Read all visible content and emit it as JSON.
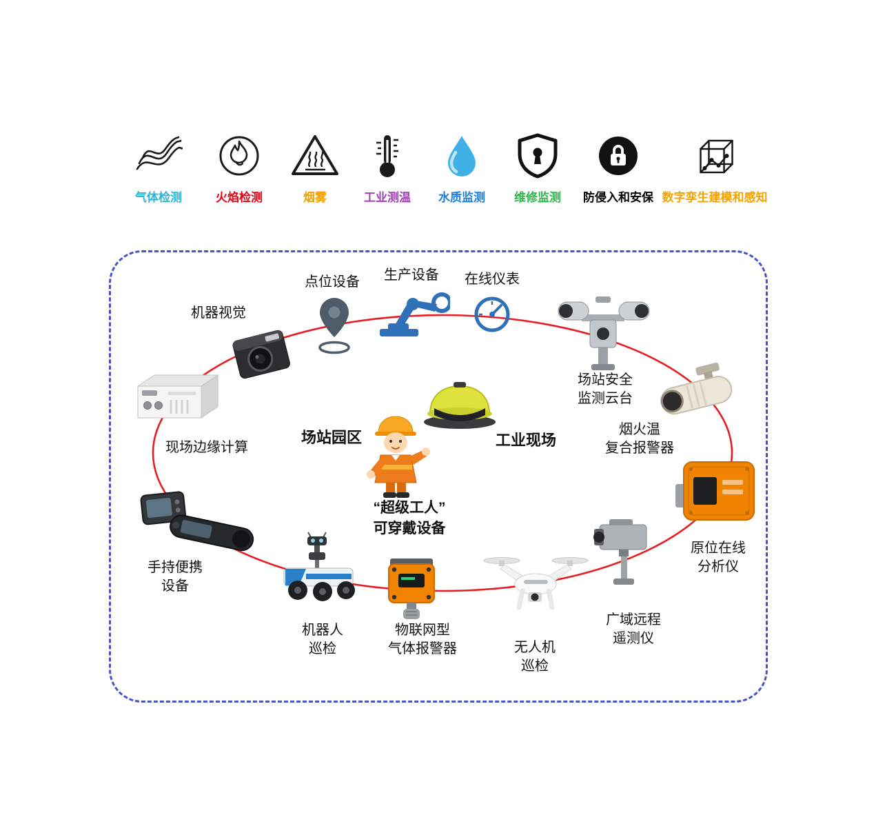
{
  "legend": {
    "items": [
      {
        "label": "气体检测",
        "color": "#29b5d6",
        "icon": "gas-detection-icon"
      },
      {
        "label": "火焰检测",
        "color": "#e60012",
        "icon": "flame-detection-icon"
      },
      {
        "label": "烟雾",
        "color": "#f5a200",
        "icon": "smoke-icon"
      },
      {
        "label": "工业测温",
        "color": "#a140b4",
        "icon": "industrial-thermometer-icon"
      },
      {
        "label": "水质监测",
        "color": "#1e7fd8",
        "icon": "water-quality-icon"
      },
      {
        "label": "维修监测",
        "color": "#2eb44d",
        "icon": "maintenance-shield-icon"
      },
      {
        "label": "防侵入和安保",
        "color": "#000000",
        "icon": "security-lock-icon"
      },
      {
        "label": "数字孪生建模和感知",
        "color": "#f5a200",
        "icon": "digital-twin-cube-icon"
      }
    ]
  },
  "diagram": {
    "border_color": "#4754c8",
    "ellipse_color": "#e81c24",
    "center": {
      "park_title": "场站园区",
      "site_title": "工业现场",
      "worker_caption": "“超级工人”\n可穿戴设备"
    },
    "nodes": {
      "machine_vision": "机器视觉",
      "point_device": "点位设备",
      "production_equipment": "生产设备",
      "online_instrument": "在线仪表",
      "station_ptz": "场站安全\n监测云台",
      "flame_temp_alarm": "烟火温\n复合报警器",
      "insitu_analyzer": "原位在线\n分析仪",
      "remote_telemetry": "广域远程\n遥测仪",
      "drone_patrol": "无人机\n巡检",
      "iot_gas_alarm": "物联网型\n气体报警器",
      "robot_patrol": "机器人\n巡检",
      "handheld_device": "手持便携\n设备",
      "edge_computing": "现场边缘计算"
    }
  }
}
